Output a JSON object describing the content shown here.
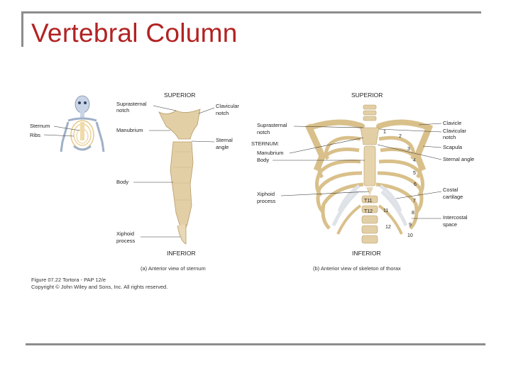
{
  "slide": {
    "title": "Vertebral Column"
  },
  "figure": {
    "mini_skeleton": {
      "labels": [
        "Sternum",
        "Ribs"
      ]
    },
    "sternum_view": {
      "top_header": "SUPERIOR",
      "bottom_header": "INFERIOR",
      "labels_left": [
        "Suprasternal",
        "notch",
        "Manubrium",
        "Body",
        "Xiphoid",
        "process"
      ],
      "labels_right": [
        "Clavicular",
        "notch",
        "Sternal",
        "angle"
      ],
      "caption": "(a) Anterior view of sternum"
    },
    "thorax_view": {
      "top_header": "SUPERIOR",
      "bottom_header": "INFERIOR",
      "labels_left": [
        "Suprasternal",
        "notch",
        "STERNUM:",
        "Manubrium",
        "Body",
        "Xiphoid",
        "process"
      ],
      "labels_right": [
        "Clavicle",
        "Clavicular",
        "notch",
        "Scapula",
        "Sternal angle",
        "Costal",
        "cartilage",
        "Intercostal",
        "space"
      ],
      "rib_numbers": [
        "1",
        "2",
        "3",
        "4",
        "5",
        "6",
        "7",
        "8",
        "9",
        "10",
        "11",
        "12"
      ],
      "vertebra_labels": [
        "T11",
        "T12"
      ],
      "caption": "(b) Anterior view of skeleton of thorax"
    },
    "credit": [
      "Figure 07.22  Tortora - PAP 12/e",
      "Copyright © John Wiley and Sons, Inc. All rights reserved."
    ]
  },
  "colors": {
    "title": "#b22222",
    "frame": "#8c8c8c",
    "bone": "#e3cfa6",
    "cartilage": "#dfe3e8",
    "skeleton_blue": "#9fb0c8"
  }
}
